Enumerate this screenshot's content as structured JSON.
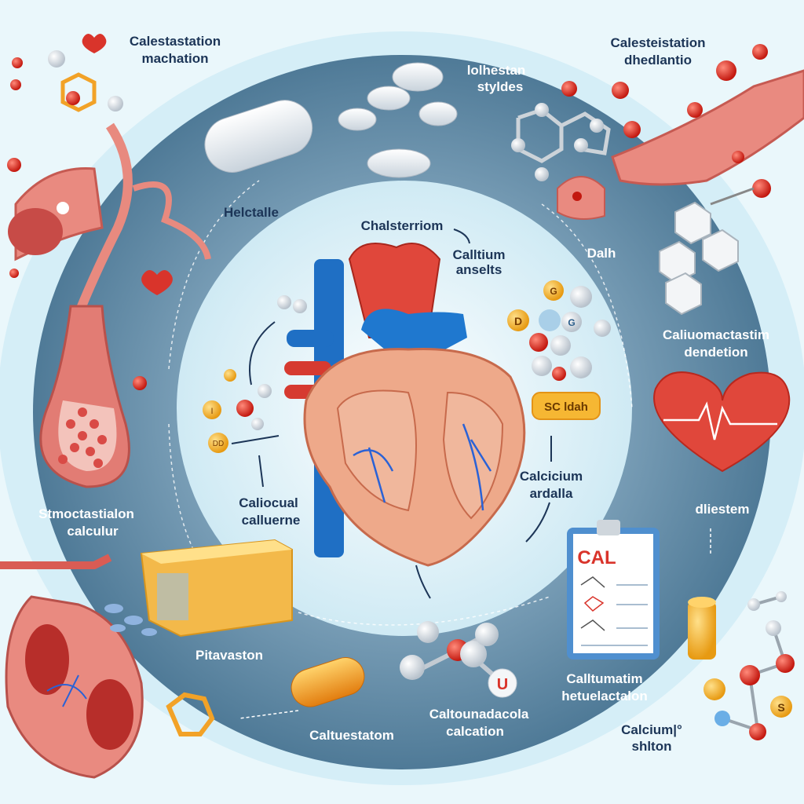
{
  "labels": {
    "top_left": [
      "Calestastation",
      "machation"
    ],
    "top_right": [
      "Calesteistation",
      "dhedlantio"
    ],
    "pills_label": [
      "lolhestan",
      "styldes"
    ],
    "helctalle": "Helctalle",
    "center_title": "Chalsterriom",
    "calltium": [
      "Calltium",
      "anselts"
    ],
    "dalh": "Dalh",
    "right_upper": [
      "Caliuomactastim",
      "dendetion"
    ],
    "badge": "SC ldah",
    "calcicium": [
      "Calcicium",
      "ardalla"
    ],
    "caliocual": [
      "Caliocual",
      "calluerne"
    ],
    "left_lower": [
      "Stmoctastialon",
      "calculur"
    ],
    "heart_monitor": "dliestem",
    "clipboard_title": "CAL",
    "pitavaston": "Pitavaston",
    "caltuestatom": "Caltuestatom",
    "caltounadacola": [
      "Caltounadacola",
      "calcation"
    ],
    "calltumatim": [
      "Calltumatim",
      "hetuelactalon"
    ],
    "calcium_shlton": [
      "Calcium|°",
      "shlton"
    ]
  },
  "molecule_letters": {
    "d": "D",
    "g": "G",
    "s": "S",
    "u": "U",
    "g2": "G",
    "i": "I",
    "ddd": "DD"
  },
  "colors": {
    "ring": "#5c84a0",
    "inner": "#e3f4fa",
    "navy": "#1c3557",
    "red": "#d9342b",
    "blue": "#1f6fc4",
    "heart_flesh": "#eea98a",
    "orange": "#f2a227"
  }
}
